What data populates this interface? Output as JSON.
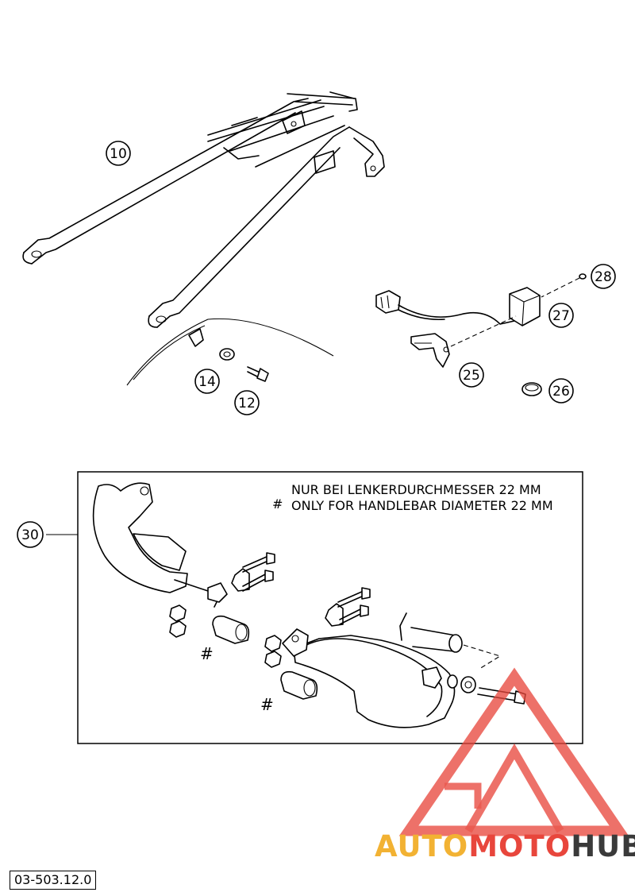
{
  "callouts": {
    "c10": "10",
    "c12": "12",
    "c14": "14",
    "c25": "25",
    "c26": "26",
    "c27": "27",
    "c28": "28",
    "c30": "30"
  },
  "note": {
    "symbol": "#",
    "line1": "NUR BEI LENKERDURCHMESSER 22 MM",
    "line2": "ONLY FOR HANDLEBAR DIAMETER 22 MM"
  },
  "hash_markers": {
    "left": "#",
    "right": "#"
  },
  "reference_code": "03-503.12.0",
  "watermark": {
    "part1": "AUTO",
    "part2": "MOTO",
    "part3": "HUB",
    "color_primary": "#e8463c",
    "color_secondary": "#f2b233",
    "color_dark": "#3a3a3a"
  }
}
